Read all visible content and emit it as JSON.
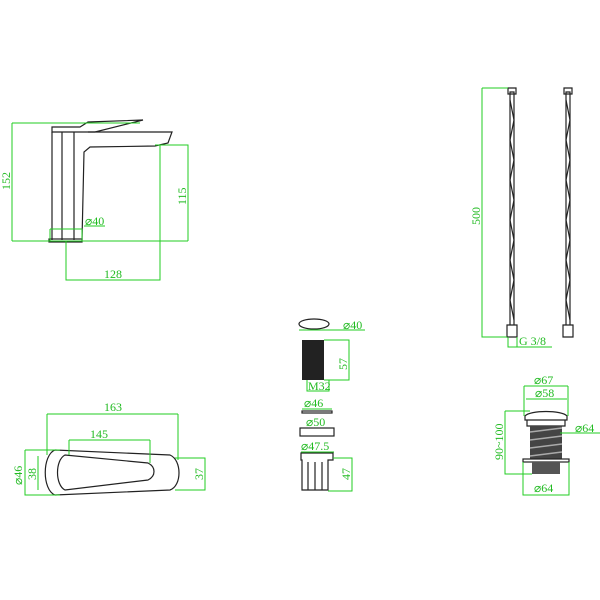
{
  "colors": {
    "outline": "#222222",
    "dimension": "#22cc22"
  },
  "faucet_side": {
    "height_total": "152",
    "spout_height": "115",
    "base_diameter": "⌀40",
    "spout_reach": "128"
  },
  "hoses": {
    "length": "500",
    "thread": "G 3/8"
  },
  "mounting_kit": {
    "washer_top": "⌀40",
    "rod_length": "57",
    "rod_thread": "M32",
    "washer_1": "⌀46",
    "washer_2": "⌀50",
    "nut_diameter": "⌀47.5",
    "nut_height": "47"
  },
  "faucet_top": {
    "length_total": "163",
    "handle_length": "145",
    "base_diameter": "⌀46",
    "width_1": "38",
    "width_2": "37"
  },
  "waste": {
    "cap_diameter": "⌀67",
    "cap_inner": "⌀58",
    "body_diameter": "⌀64",
    "height": "90~100",
    "flange_diameter": "⌀64"
  }
}
